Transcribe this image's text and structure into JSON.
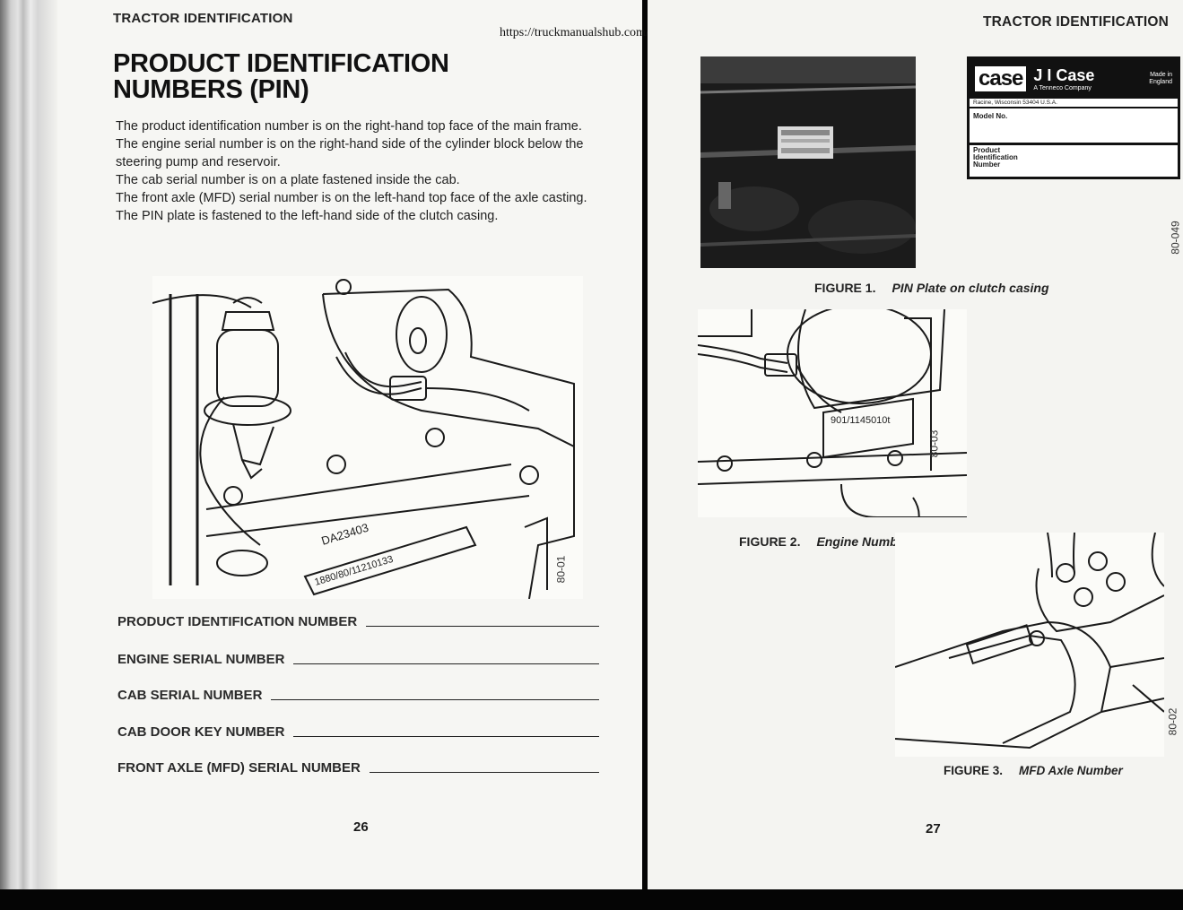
{
  "url": "https://truckmanualshub.com/",
  "left_page": {
    "running_head": "TRACTOR IDENTIFICATION",
    "title_line1": "PRODUCT IDENTIFICATION",
    "title_line2": "NUMBERS (PIN)",
    "paragraphs": [
      "The product identification number is on the right-hand top face of the main frame.",
      "The engine serial number is on the right-hand side of the cylinder block below the steering pump and reservoir.",
      "The cab serial number is on a plate fastened inside the cab.",
      "The front axle (MFD) serial number is on the left-hand top face of the axle casting.",
      "The PIN plate is fastened to the left-hand side of the clutch casing."
    ],
    "figure_code": "80-01",
    "illustration_text": {
      "stamp1": "DA23403",
      "stamp2": "1880/80/11210133"
    },
    "fields": [
      "PRODUCT IDENTIFICATION NUMBER",
      "ENGINE SERIAL NUMBER",
      "CAB SERIAL NUMBER",
      "CAB DOOR KEY NUMBER",
      "FRONT AXLE (MFD) SERIAL NUMBER"
    ],
    "page_number": "26"
  },
  "right_page": {
    "running_head": "TRACTOR IDENTIFICATION",
    "plate": {
      "brand": "case",
      "company": "J I Case",
      "sub": "A Tenneco Company",
      "made_in": "Made in England",
      "address": "Racine, Wisconsin 53404 U.S.A.",
      "model_label": "Model No.",
      "pin_label": "Product Identification Number"
    },
    "figure1_code": "80-049",
    "figure1_label": "FIGURE 1.",
    "figure1_title": "PIN Plate on clutch casing",
    "figure2_code": "80-03",
    "figure2_stamp": "901/1145010t",
    "figure2_label": "FIGURE 2.",
    "figure2_title": "Engine Number",
    "figure3_code": "80-02",
    "figure3_label": "FIGURE 3.",
    "figure3_title": "MFD Axle Number",
    "page_number": "27"
  },
  "colors": {
    "page": "#f6f6f3",
    "ink": "#1a1a1a",
    "background": "#050505"
  }
}
